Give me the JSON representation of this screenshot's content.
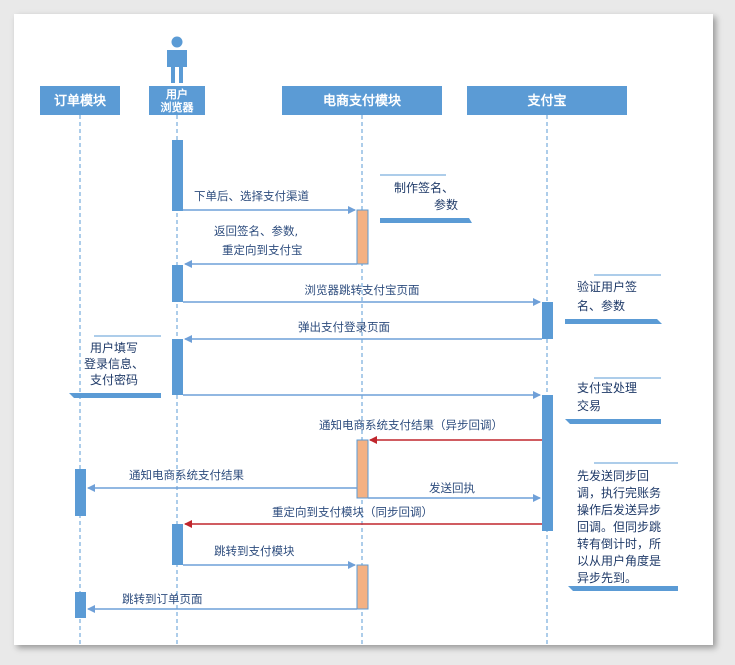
{
  "participants": [
    {
      "id": "order",
      "label": "订单模块"
    },
    {
      "id": "browser",
      "label_lines": [
        "用户",
        "浏览器"
      ]
    },
    {
      "id": "ecpay",
      "label": "电商支付模块"
    },
    {
      "id": "alipay",
      "label": "支付宝"
    }
  ],
  "actor_icon": "person-icon",
  "messages": [
    {
      "from": "browser",
      "to": "ecpay",
      "label_lines": [
        "下单后、选择支付渠道"
      ],
      "color": "#6fa0d8"
    },
    {
      "from": "ecpay",
      "to": "browser",
      "label_lines": [
        "返回签名、参数,",
        "重定向到支付宝"
      ],
      "color": "#6fa0d8"
    },
    {
      "from": "browser",
      "to": "alipay",
      "label_lines": [
        "浏览器跳转支付宝页面"
      ],
      "color": "#6fa0d8"
    },
    {
      "from": "alipay",
      "to": "browser",
      "label_lines": [
        "弹出支付登录页面"
      ],
      "color": "#6fa0d8"
    },
    {
      "from": "browser",
      "to": "alipay",
      "label_lines": [],
      "color": "#6fa0d8"
    },
    {
      "from": "alipay",
      "to": "ecpay",
      "label_lines": [
        "通知电商系统支付结果（异步回调）"
      ],
      "color": "#c0262d"
    },
    {
      "from": "ecpay",
      "to": "order",
      "label_lines": [
        "通知电商系统支付结果"
      ],
      "color": "#6fa0d8"
    },
    {
      "from": "ecpay",
      "to": "alipay",
      "label_lines": [
        "发送回执"
      ],
      "color": "#6fa0d8"
    },
    {
      "from": "alipay",
      "to": "browser",
      "label_lines": [
        "重定向到支付模块（同步回调）"
      ],
      "color": "#c0262d"
    },
    {
      "from": "browser",
      "to": "ecpay",
      "label_lines": [
        "跳转到支付模块"
      ],
      "color": "#6fa0d8"
    },
    {
      "from": "ecpay",
      "to": "order",
      "label_lines": [
        "跳转到订单页面"
      ],
      "color": "#6fa0d8"
    }
  ],
  "notes": [
    {
      "id": "sign",
      "lines": [
        "制作签名、",
        "参数"
      ]
    },
    {
      "id": "verify",
      "lines": [
        "验证用户签",
        "名、参数"
      ]
    },
    {
      "id": "login",
      "lines": [
        "用户填写",
        "登录信息、",
        "支付密码"
      ]
    },
    {
      "id": "process",
      "lines": [
        "支付宝处理",
        "交易"
      ]
    },
    {
      "id": "explain",
      "lines": [
        "先发送同步回",
        "调，执行完账务",
        "操作后发送异步",
        "回调。但同步跳",
        "转有倒计时，所",
        "以从用户角度是",
        "异步先到。"
      ]
    }
  ],
  "colors": {
    "header": "#5b9bd5",
    "lifeline": "#5b9bd5",
    "activation_blue": "#5b9bd5",
    "activation_orange": "#f4b183",
    "arrow_blue": "#6fa0d8",
    "arrow_red": "#c0262d",
    "text": "#1f3a68"
  }
}
